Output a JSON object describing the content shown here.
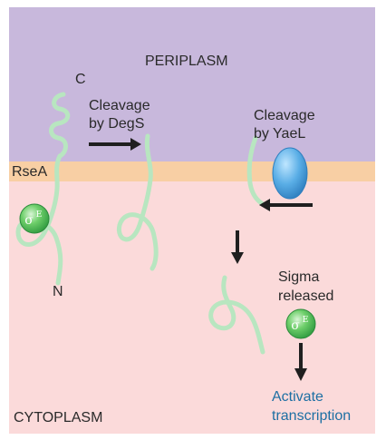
{
  "regions": {
    "periplasm": "PERIPLASM",
    "membrane_protein": "RseA",
    "cytoplasm": "CYTOPLASM"
  },
  "termini": {
    "c": "C",
    "n": "N"
  },
  "steps": {
    "degs": {
      "line1": "Cleavage",
      "line2": "by DegS"
    },
    "yael": {
      "line1": "Cleavage",
      "line2": "by YaeL"
    },
    "release": {
      "line1": "Sigma",
      "line2": "released"
    },
    "outcome": {
      "line1": "Activate",
      "line2": "transcription"
    }
  },
  "sigma_factor": {
    "symbol": "σ",
    "superscript": "E"
  },
  "colors": {
    "periplasm": "#c8b8dc",
    "membrane": "#f8cfa4",
    "cytoplasm": "#fbdada",
    "rsea_chain": "#b8e6c0",
    "sigma_fill": "#4cbf5a",
    "yael_fill": "#5aaee6",
    "arrow": "#1f1f1f",
    "activate_text": "#1d6fa3"
  }
}
